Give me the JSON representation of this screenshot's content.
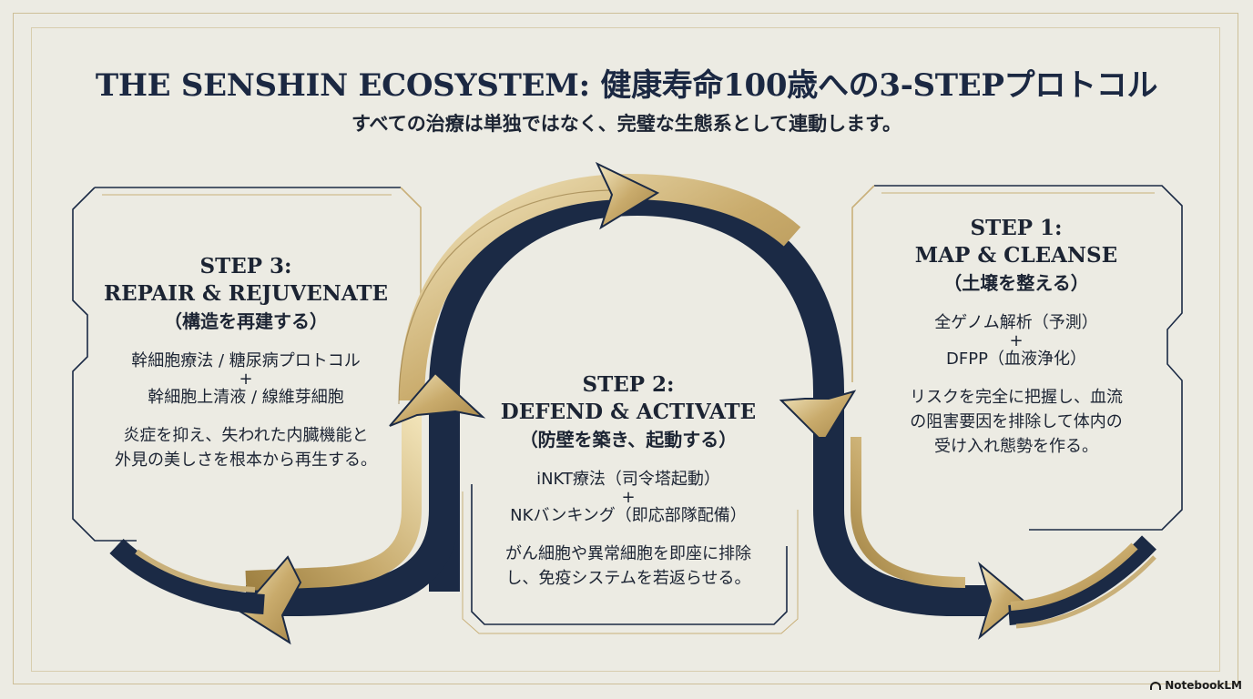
{
  "title": "THE SENSHIN ECOSYSTEM: 健康寿命100歳への3-STEPプロトコル",
  "subtitle": "すべての治療は単独ではなく、完璧な生態系として連動します。",
  "steps": [
    {
      "title_line1": "STEP 1:",
      "title_line2": "MAP & CLEANSE",
      "subtitle": "（土壌を整える）",
      "item1": "全ゲノム解析（予測）",
      "plus": "+",
      "item2": "DFPP（血液浄化）",
      "desc1": "リスクを完全に把握し、血流",
      "desc2": "の阻害要因を排除して体内の",
      "desc3": "受け入れ態勢を作る。"
    },
    {
      "title_line1": "STEP 2:",
      "title_line2": "DEFEND & ACTIVATE",
      "subtitle": "（防壁を築き、起動する）",
      "item1": "iNKT療法（司令塔起動）",
      "plus": "+",
      "item2": "NKバンキング（即応部隊配備）",
      "desc1": "がん細胞や異常細胞を即座に排除",
      "desc2": "し、免疫システムを若返らせる。"
    },
    {
      "title_line1": "STEP 3:",
      "title_line2": "REPAIR & REJUVENATE",
      "subtitle": "（構造を再建する）",
      "item1": "幹細胞療法 / 糖尿病プロトコル",
      "plus": "+",
      "item2": "幹細胞上清液 / 線維芽細胞",
      "desc1": "炎症を抑え、失われた内臓機能と",
      "desc2": "外見の美しさを根本から再生する。"
    }
  ],
  "brand": "NotebookLM",
  "colors": {
    "background": "#ecebe3",
    "navy": "#1b2a45",
    "gold": "#c9b07a",
    "gold_light": "#eee0b4"
  }
}
